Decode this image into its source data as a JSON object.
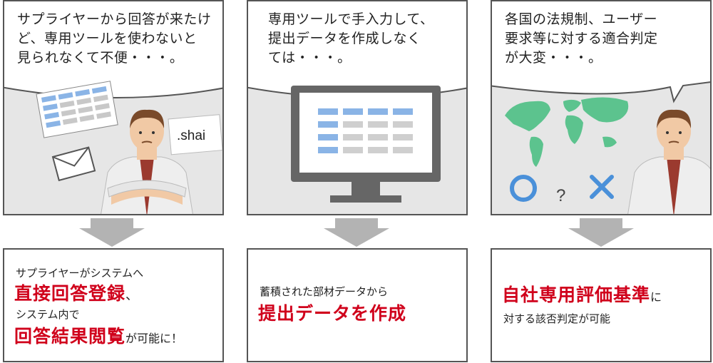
{
  "panels": [
    {
      "speech": "サプライヤーから回答が来たけど、専用ツールを使わないと\n見られなくて不便・・・。",
      "file_label": ".shai"
    },
    {
      "speech": "専用ツールで手入力して、\n提出データを作成しなく\nては・・・。"
    },
    {
      "speech": "各国の法規制、ユーザー\n要求等に対する適合判定\nが大変・・・。"
    }
  ],
  "solutions": {
    "s1": {
      "line1": "サプライヤーがシステムへ",
      "red1": "直接回答登録",
      "suffix1": "、",
      "line2": "システム内で",
      "red2": "回答結果閲覧",
      "suffix2": "が可能に！"
    },
    "s2": {
      "line1": "蓄積された部材データから",
      "red1": "提出データを作成"
    },
    "s3": {
      "red1": "自社専用評価基準",
      "suffix1": "に",
      "line2": "対する該否判定が可能"
    }
  },
  "icons": [
    "table-icon",
    "envelope-icon",
    "file-badge-icon",
    "monitor-icon",
    "world-map-icon",
    "circle-mark-icon",
    "question-mark-icon",
    "cross-mark-icon",
    "arrow-down-icon",
    "person-icon"
  ],
  "colors": {
    "accent_red": "#d0001b",
    "map_green": "#5cc38e",
    "mark_blue": "#4a90d9",
    "table_blue": "#8ab4e6"
  },
  "marks": {
    "question": "?"
  }
}
